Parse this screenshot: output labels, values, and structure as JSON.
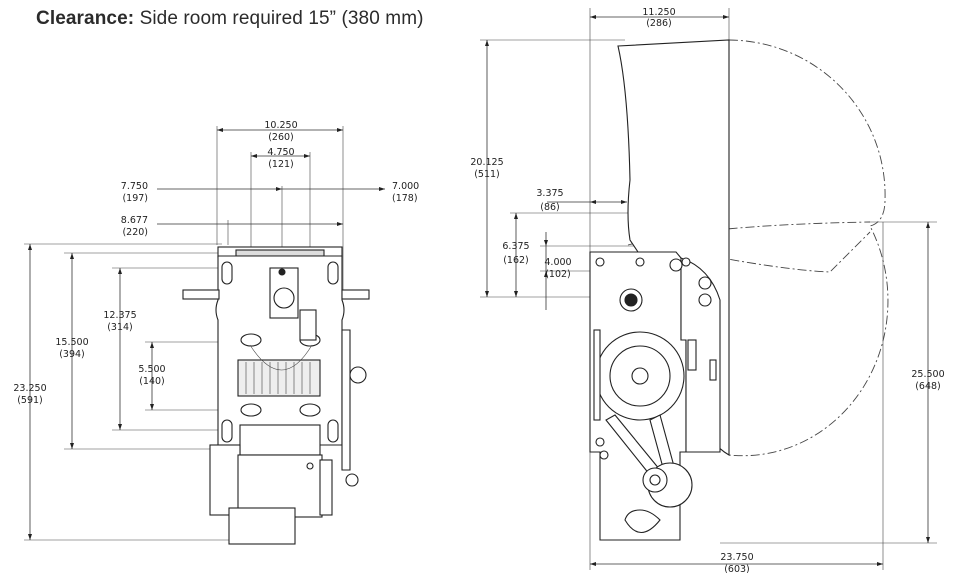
{
  "heading": {
    "label": "Clearance:",
    "text": "Side room required 15” (380 mm)"
  },
  "left_view": {
    "dims": {
      "w_10250": [
        "10.250",
        "(260)"
      ],
      "w_4750": [
        "4.750",
        "(121)"
      ],
      "w_7750": [
        "7.750",
        "(197)"
      ],
      "w_7000": [
        "7.000",
        "(178)"
      ],
      "w_8677": [
        "8.677",
        "(220)"
      ],
      "h_12375": [
        "12.375",
        "(314)"
      ],
      "h_15500": [
        "15.500",
        "(394)"
      ],
      "h_5500": [
        "5.500",
        "(140)"
      ],
      "h_23250": [
        "23.250",
        "(591)"
      ]
    }
  },
  "right_view": {
    "dims": {
      "w_11250": [
        "11.250",
        "(286)"
      ],
      "h_20125": [
        "20.125",
        "(511)"
      ],
      "w_3375": [
        "3.375",
        "(86)"
      ],
      "h_6375": [
        "6.375",
        "(162)"
      ],
      "h_4000": [
        "4.000",
        "(102)"
      ],
      "h_25500": [
        "25.500",
        "(648)"
      ],
      "w_23750": [
        "23.750",
        "(603)"
      ]
    }
  }
}
